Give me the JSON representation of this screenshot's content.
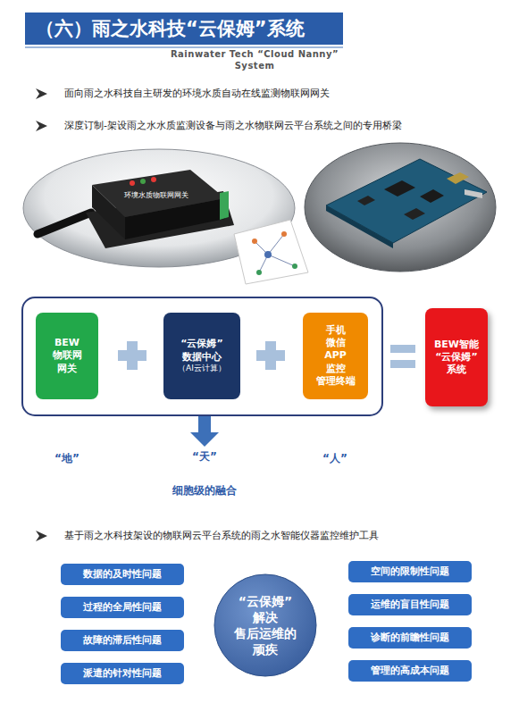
{
  "diagram": {
    "title": "（六）雨之水科技“云保姆”系统",
    "nodes": [
      {
        "text": [
          "BEW 物联网 网关"
        ]
      },
      {
        "text": [
          "“云保姆” 数据中心",
          "（AI云计算）"
        ]
      },
      {
        "text": [
          "手机 微信 APP 监控 管理终端"
        ]
      },
      {
        "text": [
          "BEW智能 “云保姆” 系统"
        ]
      },
      {
        "text": [
          "“云保姆” 解决 售后运维的 顽疾"
        ]
      },
      {
        "text": [
          "数据的及时性问题"
        ]
      },
      {
        "text": [
          "过程的全局性问题"
        ]
      },
      {
        "text": [
          "故障的滞后性问题"
        ]
      },
      {
        "text": [
          "派遣的针对性问题"
        ]
      },
      {
        "text": [
          "空间的限制性问题"
        ]
      },
      {
        "text": [
          "运维的盲目性问题"
        ]
      },
      {
        "text": [
          "诊断的前瞻性问题"
        ]
      },
      {
        "text": [
          "管理的高成本问题"
        ]
      }
    ],
    "labels": [
      "Rainwater Tech “Cloud Nanny” System",
      "面向雨之水科技自主研发的环境水质自动在线监测物联网网关",
      "深度订制-架设雨之水水质监测设备与雨之水物联网云平台系统之间的专用桥梁",
      "环境水质物联网网关",
      "“地”",
      "“天”",
      "“人”",
      "细胞级的融合",
      "基于雨之水科技架设的物联网云平台系统的雨之水智能仪器监控维护工具"
    ]
  }
}
